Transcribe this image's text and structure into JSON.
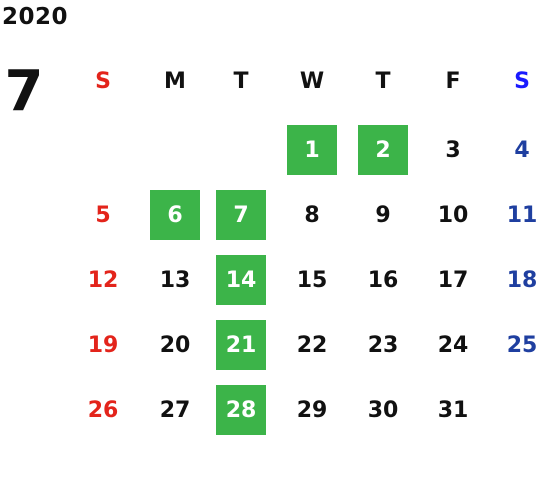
{
  "calendar": {
    "year": "2020",
    "month": "7",
    "weekdays": [
      "S",
      "M",
      "T",
      "W",
      "T",
      "F",
      "S"
    ],
    "weeks": [
      [
        "",
        "",
        "",
        "1",
        "2",
        "3",
        "4"
      ],
      [
        "5",
        "6",
        "7",
        "8",
        "9",
        "10",
        "11"
      ],
      [
        "12",
        "13",
        "14",
        "15",
        "16",
        "17",
        "18"
      ],
      [
        "19",
        "20",
        "21",
        "22",
        "23",
        "24",
        "25"
      ],
      [
        "26",
        "27",
        "28",
        "29",
        "30",
        "31",
        ""
      ]
    ],
    "highlighted_days": [
      "1",
      "2",
      "6",
      "7",
      "14",
      "21",
      "28"
    ]
  },
  "colors": {
    "highlight": "#3cb449",
    "sunday": "#e3241b",
    "saturday": "#1f3fa0",
    "saturday_header": "#1a1aff",
    "weekday": "#111111"
  }
}
